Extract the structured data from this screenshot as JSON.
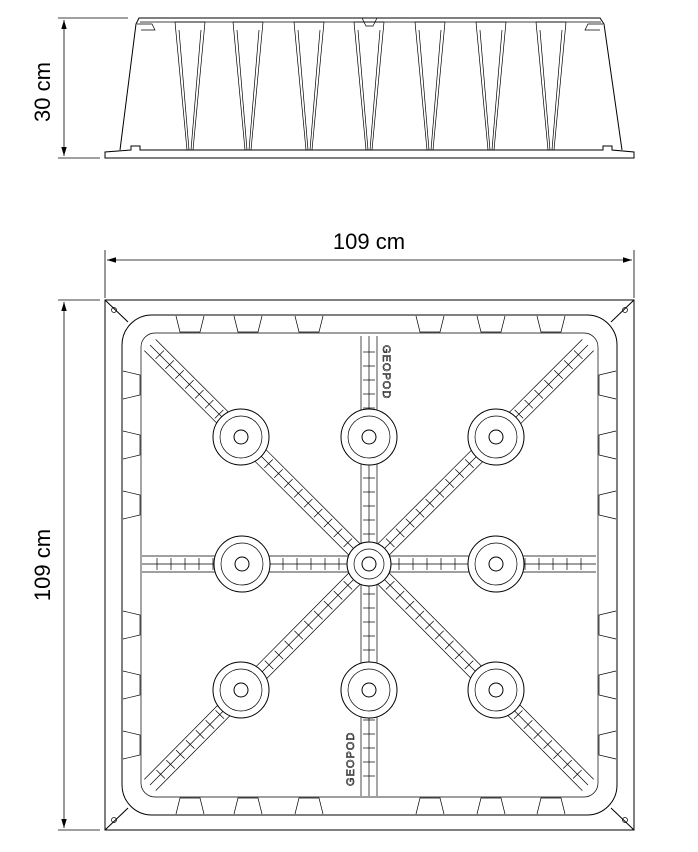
{
  "dimensions": {
    "height_label": "30 cm",
    "width_label": "109 cm",
    "depth_label": "109 cm"
  },
  "branding": {
    "top_text": "GEOPOD",
    "bottom_text": "GEOPOD"
  }
}
